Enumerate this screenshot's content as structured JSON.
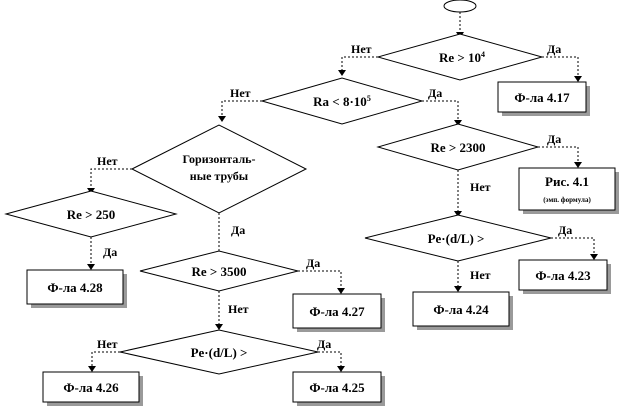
{
  "labels": {
    "yes": "Да",
    "no": "Нет"
  },
  "decisions": {
    "re_1e4": "Re > 10",
    "re_1e4_sup": "4",
    "ra": "Ra < 8·10",
    "ra_sup": "5",
    "re_2300": "Re > 2300",
    "horizontal_l1": "Горизонталь-",
    "horizontal_l2": "ные трубы",
    "re_250": "Re > 250",
    "re_3500": "Re > 3500",
    "pe_right": "Pe·(d/L) >",
    "pe_left": "Pe·(d/L) >"
  },
  "results": {
    "f417": "Ф-ла 4.17",
    "ris41": "Рис. 4.1",
    "ris41_note": "(эмп. формула)",
    "f423": "Ф-ла 4.23",
    "f424": "Ф-ла 4.24",
    "f427": "Ф-ла 4.27",
    "f428": "Ф-ла 4.28",
    "f426": "Ф-ла 4.26",
    "f425": "Ф-ла 4.25"
  }
}
